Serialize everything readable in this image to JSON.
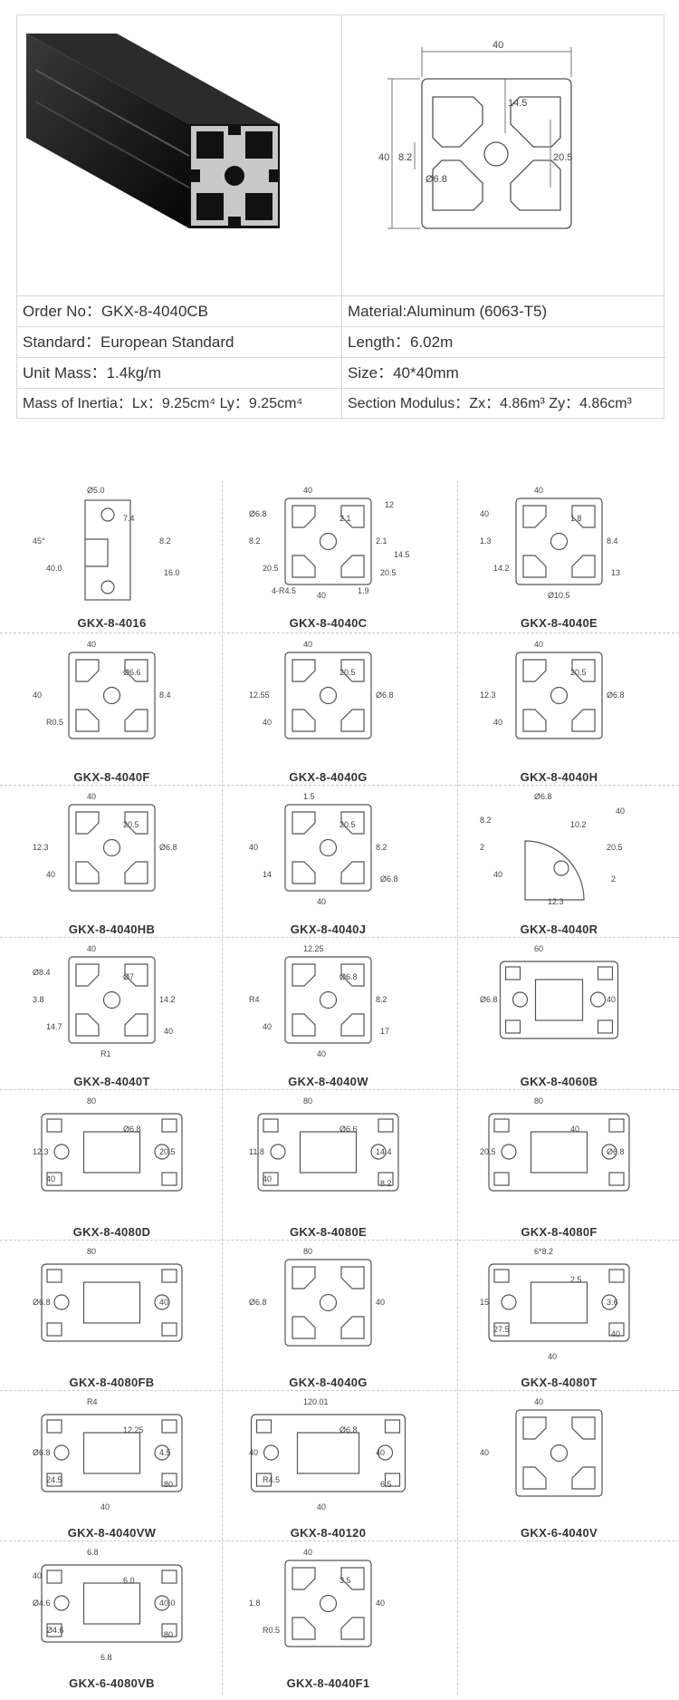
{
  "header": {
    "drawing_dims": {
      "width": "40",
      "height": "40",
      "a": "14.5",
      "b": "20.5",
      "c": "8.2",
      "d": "Ø6.8"
    },
    "specs": [
      {
        "left": "Order No：GKX-8-4040CB",
        "right": "Material:Aluminum (6063-T5)"
      },
      {
        "left": "Standard：European Standard",
        "right": "Length：6.02m"
      },
      {
        "left": "Unit Mass：1.4kg/m",
        "right": "Size：40*40mm"
      },
      {
        "left_html": "Mass of Inertia：Lx：9.25cm⁴ Ly：9.25cm⁴",
        "right_html": "Section Modulus：Zx：4.86m³ Zy：4.86cm³"
      }
    ]
  },
  "catalog": [
    {
      "code": "GKX-8-4016",
      "dims": [
        "Ø5.0",
        "45°",
        "8.2",
        "7.4",
        "40.0",
        "16.0"
      ]
    },
    {
      "code": "GKX-8-4040C",
      "dims": [
        "40",
        "8.2",
        "2.1",
        "2.1",
        "20.5",
        "20.5",
        "40",
        "Ø6.8",
        "12",
        "4-R4.5",
        "1.9",
        "14.5"
      ]
    },
    {
      "code": "GKX-8-4040E",
      "dims": [
        "40",
        "1.3",
        "8.4",
        "1.8",
        "14.2",
        "13",
        "Ø10.5",
        "40"
      ]
    },
    {
      "code": "GKX-8-4040F",
      "dims": [
        "40",
        "40",
        "8.4",
        "Ø6.6",
        "R0.5"
      ]
    },
    {
      "code": "GKX-8-4040G",
      "dims": [
        "40",
        "12.55",
        "Ø6.8",
        "20.5",
        "40"
      ]
    },
    {
      "code": "GKX-8-4040H",
      "dims": [
        "40",
        "12.3",
        "Ø6.8",
        "20.5",
        "40"
      ]
    },
    {
      "code": "GKX-8-4040HB",
      "dims": [
        "40",
        "12.3",
        "Ø6.8",
        "20.5",
        "40"
      ]
    },
    {
      "code": "GKX-8-4040J",
      "dims": [
        "1.5",
        "40",
        "8.2",
        "20.5",
        "14",
        "Ø6.8",
        "40"
      ]
    },
    {
      "code": "GKX-8-4040R",
      "dims": [
        "Ø6.8",
        "2",
        "20.5",
        "10.2",
        "40",
        "2",
        "12.3",
        "8.2",
        "40"
      ]
    },
    {
      "code": "GKX-8-4040T",
      "dims": [
        "40",
        "3.8",
        "14.2",
        "Ø7",
        "14.7",
        "40",
        "R1",
        "Ø8.4"
      ]
    },
    {
      "code": "GKX-8-4040W",
      "dims": [
        "12.25",
        "R4",
        "8.2",
        "Ø6.8",
        "40",
        "17",
        "40"
      ]
    },
    {
      "code": "GKX-8-4060B",
      "dims": [
        "60",
        "Ø6.8",
        "40"
      ]
    },
    {
      "code": "GKX-8-4080D",
      "dims": [
        "80",
        "12.3",
        "20.5",
        "Ø6.8",
        "40"
      ]
    },
    {
      "code": "GKX-8-4080E",
      "dims": [
        "80",
        "11.8",
        "14.4",
        "Ø6.6",
        "40",
        "8.2"
      ]
    },
    {
      "code": "GKX-8-4080F",
      "dims": [
        "80",
        "20.5",
        "Ø6.8",
        "40"
      ]
    },
    {
      "code": "GKX-8-4080FB",
      "dims": [
        "80",
        "Ø6.8",
        "40"
      ]
    },
    {
      "code": "GKX-8-4040G",
      "dims": [
        "80",
        "Ø6.8",
        "40"
      ]
    },
    {
      "code": "GKX-8-4080T",
      "dims": [
        "6*8.2",
        "15",
        "3.6",
        "2.5",
        "27.5",
        "40",
        "40"
      ]
    },
    {
      "code": "GKX-8-4040VW",
      "dims": [
        "R4",
        "Ø6.8",
        "4.5",
        "12.25",
        "24.5",
        "80",
        "40"
      ]
    },
    {
      "code": "GKX-8-40120",
      "dims": [
        "120.01",
        "40",
        "40",
        "Ø6.8",
        "R4.5",
        "6.5",
        "40"
      ]
    },
    {
      "code": "GKX-6-4040V",
      "dims": [
        "40",
        "40"
      ]
    },
    {
      "code": "GKX-6-4080VB",
      "dims": [
        "6.8",
        "Ø4.6",
        "40.0",
        "6.0",
        "Ø4.6",
        "80",
        "6.8",
        "40"
      ]
    },
    {
      "code": "GKX-8-4040F1",
      "dims": [
        "40",
        "1.8",
        "40",
        "3.5",
        "R0.5"
      ]
    }
  ]
}
